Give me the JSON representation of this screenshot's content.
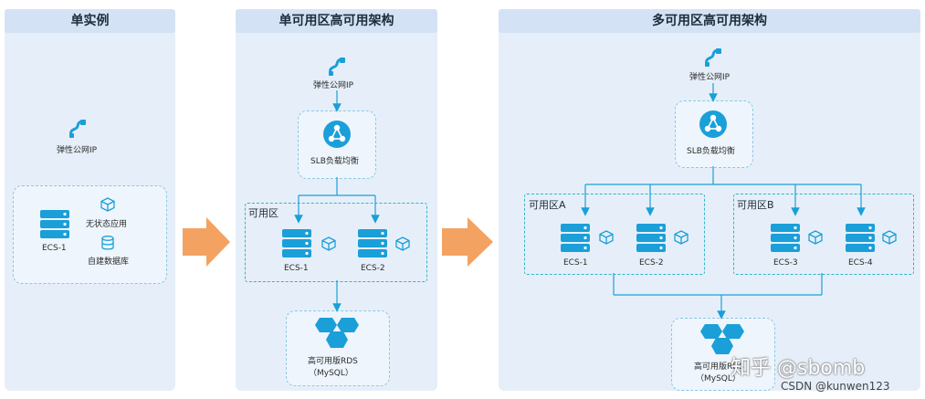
{
  "panels": {
    "single": {
      "title": "单实例"
    },
    "single_az": {
      "title": "单可用区高可用架构"
    },
    "multi_az": {
      "title": "多可用区高可用架构"
    }
  },
  "labels": {
    "eip": "弹性公网IP",
    "slb": "SLB负载均衡",
    "zone": "可用区",
    "zone_a": "可用区A",
    "zone_b": "可用区B",
    "ecs1": "ECS-1",
    "ecs2": "ECS-2",
    "ecs3": "ECS-3",
    "ecs4": "ECS-4",
    "stateless_app": "无状态应用",
    "self_db": "自建数据库",
    "rds": "高可用版RDS",
    "mysql": "（MySQL）"
  },
  "watermark": {
    "zhihu": "知乎 @sbomb",
    "csdn": "CSDN @kunwen123"
  },
  "colors": {
    "accent": "#1a9fd9",
    "zone_border": "#2fb5c8",
    "arrow": "#f4a261",
    "panel_bg": "#e6eff9"
  }
}
